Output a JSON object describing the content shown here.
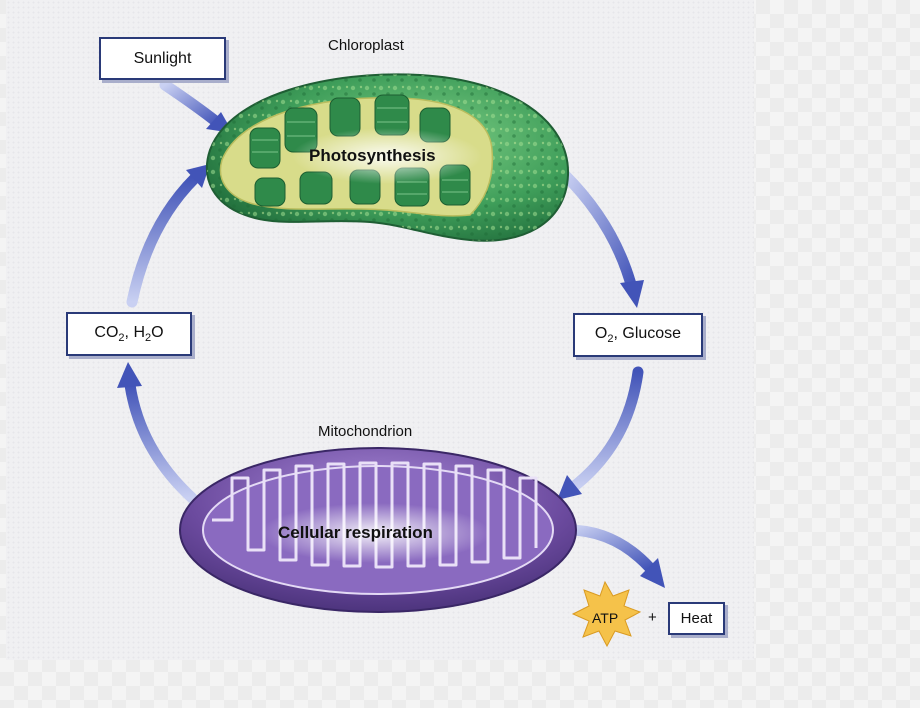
{
  "boxes": {
    "sunlight": "Sunlight",
    "inputs": {
      "co": "CO",
      "co_sub": "2",
      "sep": ", H",
      "h_sub": "2",
      "o": "O"
    },
    "outputs": {
      "o": "O",
      "o_sub": "2",
      "rest": ", Glucose"
    },
    "heat": "Heat"
  },
  "organelles": {
    "chloroplast": {
      "caption": "Chloroplast",
      "process": "Photosynthesis"
    },
    "mitochondrion": {
      "caption": "Mitochondrion",
      "process": "Cellular respiration"
    }
  },
  "products": {
    "atp": "ATP",
    "plus": "+"
  },
  "colors": {
    "arrow": "#5a6cc4",
    "chloroplast_outer": "#3f9e5a",
    "chloroplast_inner": "#d8dc8a",
    "thylakoid": "#2f8a4a",
    "mitochondrion_outer": "#6b4a9e",
    "mitochondrion_inner": "#8a6ac0",
    "atp_star": "#f5c24a",
    "box_border": "#2a3a78"
  }
}
